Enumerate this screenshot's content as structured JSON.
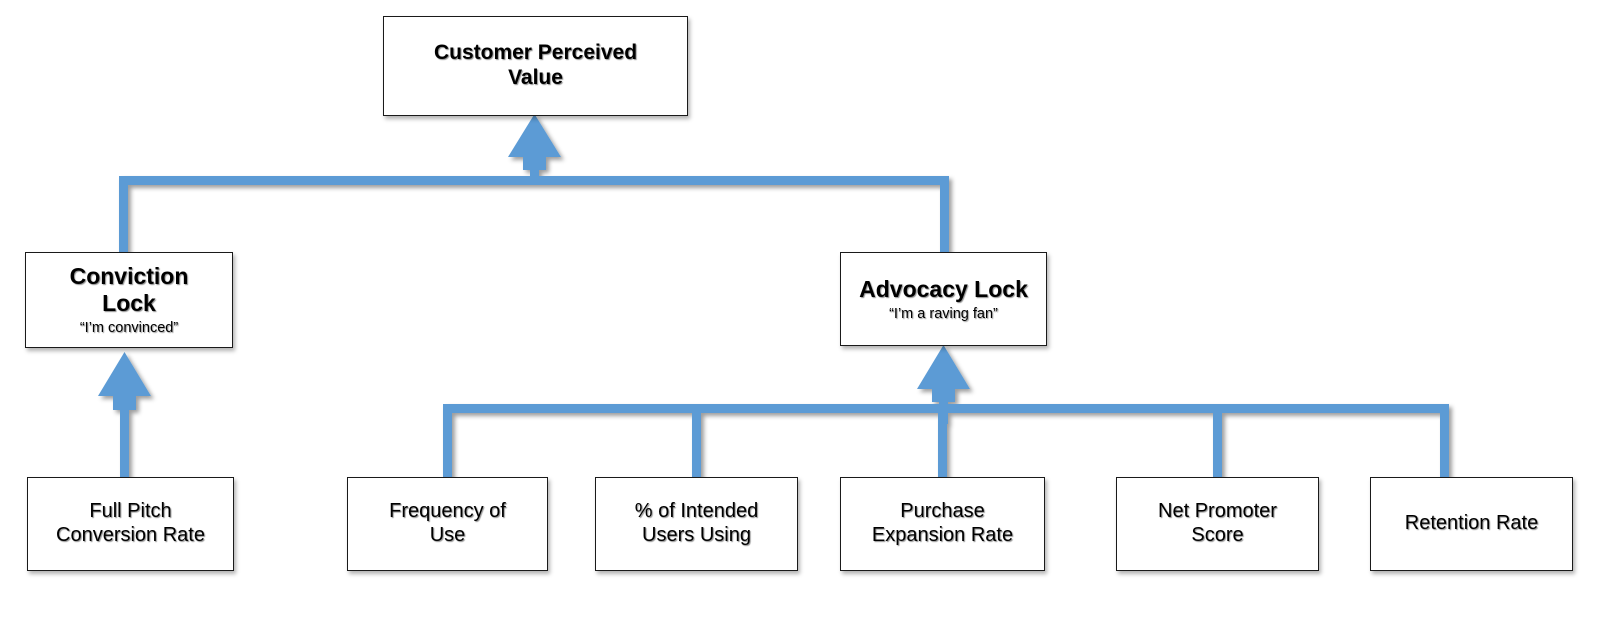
{
  "diagram": {
    "type": "hierarchy-tree",
    "accent_color": "#5B9BD5",
    "box_border_color": "#1A1A1A",
    "background_color": "#FFFFFF",
    "nodes": {
      "root": {
        "title": "Customer Perceived\nValue"
      },
      "conviction_lock": {
        "title": "Conviction\nLock",
        "subtitle": "“I’m convinced”"
      },
      "advocacy_lock": {
        "title": "Advocacy Lock",
        "subtitle": "“I’m a raving fan”"
      },
      "full_pitch_conversion_rate": {
        "title": "Full Pitch\nConversion Rate"
      },
      "frequency_of_use": {
        "title": "Frequency of\nUse"
      },
      "percent_intended_users_using": {
        "title": "% of Intended\nUsers Using"
      },
      "purchase_expansion_rate": {
        "title": "Purchase\nExpansion Rate"
      },
      "net_promoter_score": {
        "title": "Net Promoter\nScore"
      },
      "retention_rate": {
        "title": "Retention Rate"
      }
    },
    "edges": [
      {
        "from": "conviction_lock",
        "to": "root",
        "style": "block-arrow"
      },
      {
        "from": "advocacy_lock",
        "to": "root",
        "style": "block-arrow"
      },
      {
        "from": "full_pitch_conversion_rate",
        "to": "conviction_lock",
        "style": "block-arrow"
      },
      {
        "from": "frequency_of_use",
        "to": "advocacy_lock",
        "style": "block-arrow"
      },
      {
        "from": "percent_intended_users_using",
        "to": "advocacy_lock",
        "style": "block-arrow"
      },
      {
        "from": "purchase_expansion_rate",
        "to": "advocacy_lock",
        "style": "block-arrow"
      },
      {
        "from": "net_promoter_score",
        "to": "advocacy_lock",
        "style": "block-arrow"
      },
      {
        "from": "retention_rate",
        "to": "advocacy_lock",
        "style": "block-arrow"
      }
    ]
  }
}
